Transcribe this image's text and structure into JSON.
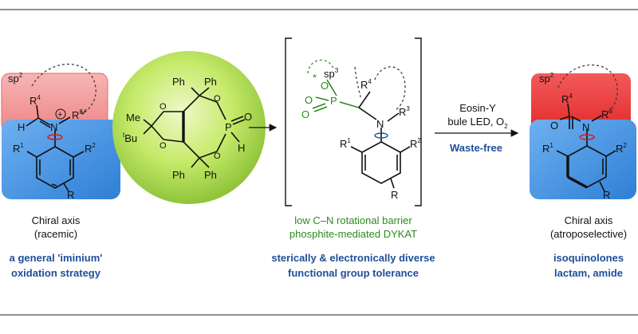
{
  "left": {
    "sp2": "sp",
    "sp2_sup": "2",
    "r4": "R",
    "r4_sup": "4",
    "r3": "R",
    "r3_sup": "3",
    "h": "H",
    "n": "N",
    "plus": "+",
    "r1": "R",
    "r1_sup": "1",
    "r2": "R",
    "r2_sup": "2",
    "r": "R",
    "caption_line1": "Chiral axis",
    "caption_line2": "(racemic)",
    "strategy_line1": "a general 'iminium'",
    "strategy_line2": "oxidation strategy"
  },
  "catalyst": {
    "me": "Me",
    "tbu_sup": "t",
    "bu": "Bu",
    "ph": "Ph",
    "o": "O",
    "p": "P",
    "h": "H"
  },
  "middle": {
    "sp3": "sp",
    "sp3_sup": "3",
    "star": "*",
    "o": "O",
    "p": "P",
    "r4": "R",
    "r4_sup": "4",
    "n": "N",
    "r3": "R",
    "r3_sup": "3",
    "r1": "R",
    "r1_sup": "1",
    "r2": "R",
    "r2_sup": "2",
    "r": "R",
    "green_line1": "low C–N rotational barrier",
    "green_line2": "phosphite-mediated DYKAT",
    "blue_line1": "sterically & electronically diverse",
    "blue_line2": "functional group tolerance"
  },
  "conditions": {
    "line1": "Eosin-Y",
    "line2_text": "bule LED, O",
    "line2_sub": "2",
    "waste_free": "Waste-free"
  },
  "right": {
    "sp2": "sp",
    "sp2_sup": "2",
    "r4": "R",
    "r4_sup": "4",
    "r3": "R",
    "r3_sup": "3",
    "o": "O",
    "n": "N",
    "r1": "R",
    "r1_sup": "1",
    "r2": "R",
    "r2_sup": "2",
    "r": "R",
    "caption_line1": "Chiral axis",
    "caption_line2": "(atroposelective)",
    "product_line1": "isoquinolones",
    "product_line2": "lactam, amide"
  },
  "colors": {
    "red_box": "#f29a9a",
    "blue_box": "#3d8fe0",
    "green_sphere": "#b9e35a",
    "green_text": "#2c8a1e",
    "blue_text": "#1f4e99"
  }
}
